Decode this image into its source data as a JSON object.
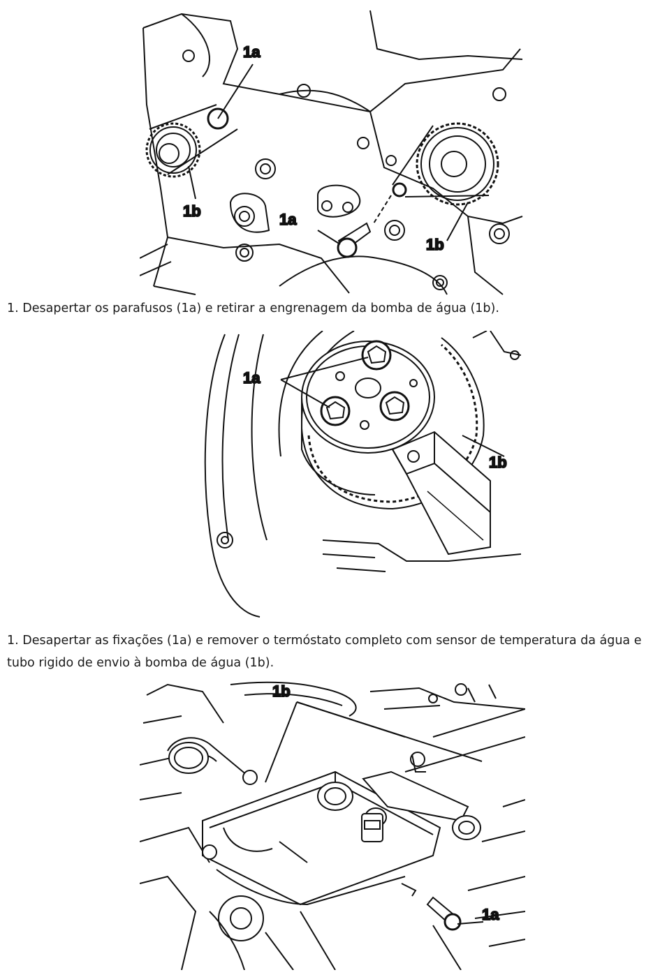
{
  "figures": [
    {
      "labels": {
        "top_left": "1a",
        "left_bottom": "1b",
        "center": "1a",
        "right_bottom": "1b"
      }
    },
    {
      "labels": {
        "left": "1a",
        "right": "1b"
      }
    },
    {
      "labels": {
        "top": "1b",
        "bottom_right": "1a"
      }
    }
  ],
  "captions": [
    "1. Desapertar os parafusos (1a) e retirar a engrenagem da bomba de água (1b).",
    "1. Desapertar as fixações (1a) e remover o termóstato completo com sensor de temperatura da água e tubo rigido de envio à bomba de água (1b)."
  ]
}
